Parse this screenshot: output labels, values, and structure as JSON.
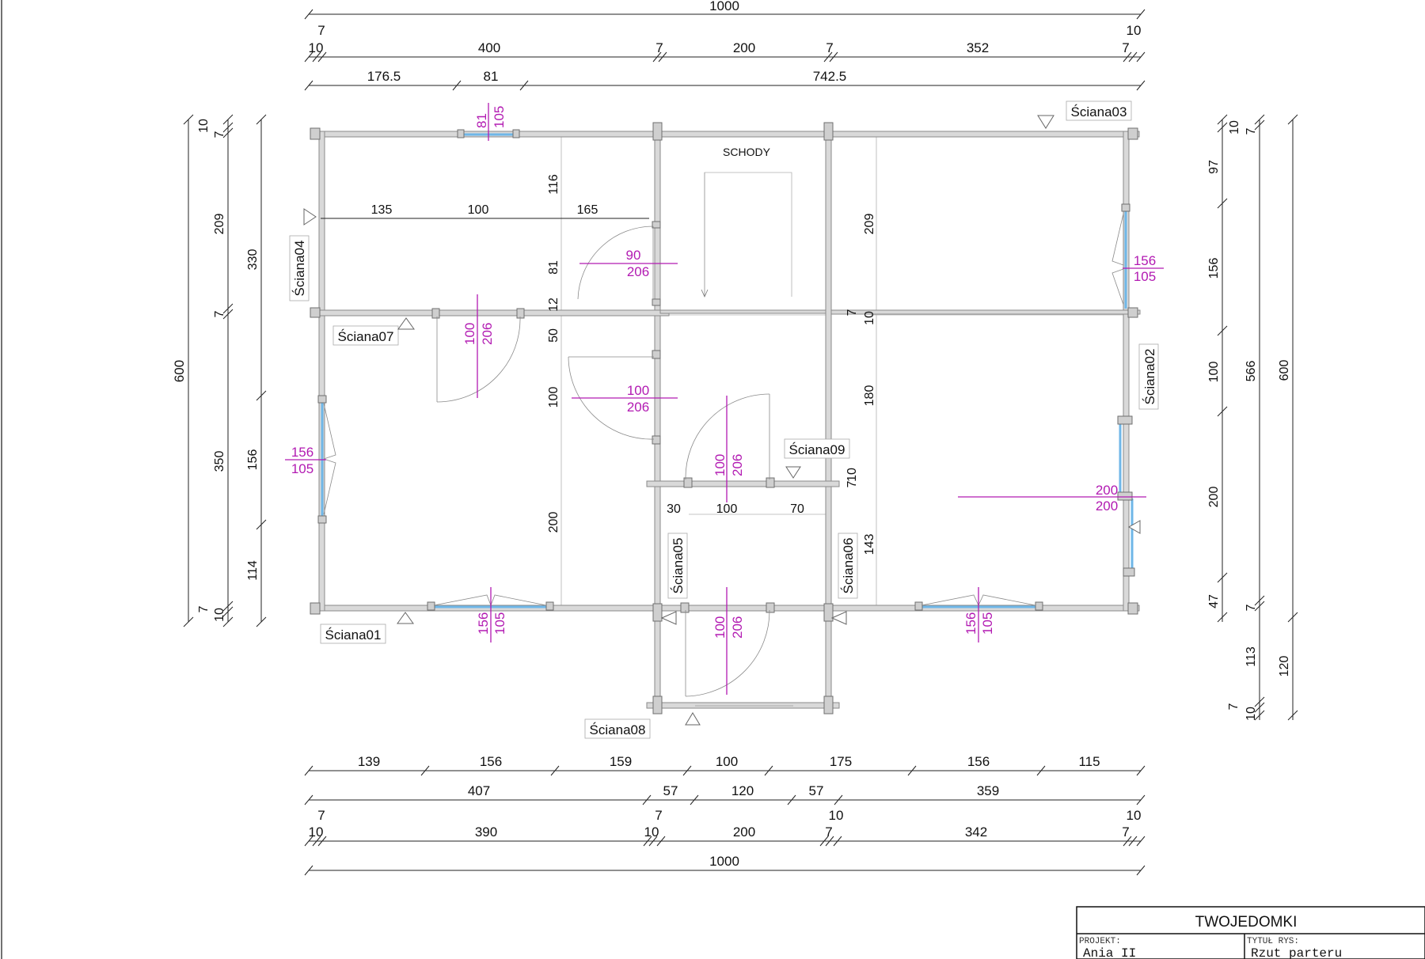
{
  "title_block": {
    "company": "TWOJEDOMKI",
    "project_label": "PROJEKT:",
    "project_value": "Ania II",
    "drawing_label": "TYTUŁ RYS:",
    "drawing_value": "Rzut parteru"
  },
  "room_labels": {
    "stairs": "SCHODY"
  },
  "walls": {
    "w01": "Ściana01",
    "w02": "Ściana02",
    "w03": "Ściana03",
    "w04": "Ściana04",
    "w05": "Ściana05",
    "w06": "Ściana06",
    "w07": "Ściana07",
    "w08": "Ściana08",
    "w09": "Ściana09"
  },
  "dims_top": {
    "total": "1000",
    "r2": [
      "7",
      "10",
      "400",
      "7",
      "200",
      "7",
      "352",
      "10",
      "7"
    ],
    "r3": [
      "176.5",
      "81",
      "742.5"
    ]
  },
  "dims_bottom": {
    "r1": [
      "139",
      "156",
      "159",
      "100",
      "175",
      "156",
      "115"
    ],
    "r2": [
      "407",
      "57",
      "120",
      "57",
      "359"
    ],
    "r3": [
      "7",
      "10",
      "390",
      "7",
      "10",
      "200",
      "7",
      "10",
      "342",
      "10",
      "7"
    ],
    "total": "1000"
  },
  "dims_left": {
    "total": "600",
    "c2": [
      "10",
      "7",
      "209",
      "7",
      "350",
      "7",
      "10"
    ],
    "c3": [
      "330",
      "156",
      "114"
    ]
  },
  "dims_right": {
    "c1": [
      "10",
      "97",
      "156",
      "100",
      "200",
      "47"
    ],
    "c2": [
      "7",
      "566",
      "7",
      "113",
      "7",
      "10"
    ],
    "c3": [
      "600",
      "120"
    ]
  },
  "dims_interior": {
    "a": [
      "135",
      "100",
      "165"
    ],
    "b": [
      "116",
      "81",
      "12",
      "50",
      "100",
      "200"
    ],
    "c": [
      "209",
      "7",
      "10",
      "180",
      "10",
      "7",
      "143"
    ],
    "d": [
      "30",
      "100",
      "70"
    ]
  },
  "openings": {
    "win_top": [
      "81",
      "105"
    ],
    "door_hall": [
      "90",
      "206"
    ],
    "door_left_room": [
      "100",
      "206"
    ],
    "door_mid": [
      "100",
      "206"
    ],
    "door_small": [
      "100",
      "206"
    ],
    "win_left": [
      "156",
      "105"
    ],
    "win_right_top": [
      "156",
      "105"
    ],
    "door_right": [
      "200",
      "200"
    ],
    "win_bottom_left": [
      "156",
      "105"
    ],
    "door_entry": [
      "100",
      "206"
    ],
    "win_bottom_right": [
      "156",
      "105"
    ]
  },
  "colors": {
    "window": "#6fb7e8",
    "opening_dim": "#b21ab2",
    "wall": "#d9d9d9"
  }
}
